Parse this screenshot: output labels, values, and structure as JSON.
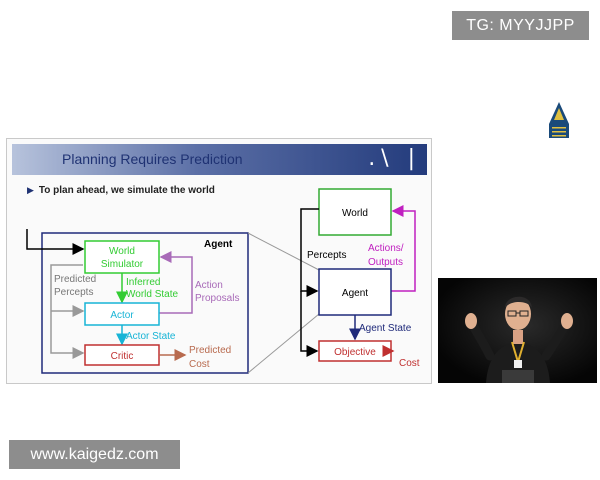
{
  "overlay": {
    "tg_label": "TG: MYYJJPP",
    "watermark": "www.kaigedz.com",
    "logo_icon": "pyramid-logo-icon"
  },
  "slide": {
    "title": "Planning Requires Prediction",
    "mark": ".\\ |",
    "bullet": "To plan ahead, we simulate the world",
    "left_diagram": {
      "agent_label": "Agent",
      "world_simulator": "World Simulator",
      "predicted_percepts": "Predicted Percepts",
      "inferred_world_state": "Inferred World State",
      "action_proposals": "Action Proposals",
      "actor": "Actor",
      "actor_state": "Actor State",
      "critic": "Critic",
      "predicted_cost": "Predicted Cost"
    },
    "right_diagram": {
      "world": "World",
      "percepts": "Percepts",
      "actions_outputs": "Actions/ Outputs",
      "agent": "Agent",
      "agent_state": "Agent State",
      "objective": "Objective",
      "cost": "Cost"
    }
  },
  "colors": {
    "green": "#33cc33",
    "cyan": "#17b4d6",
    "purple": "#a86ab8",
    "magenta": "#c020c0",
    "red": "#c03030",
    "cost_brown": "#b86a4e",
    "navy": "#1f2a7a"
  }
}
